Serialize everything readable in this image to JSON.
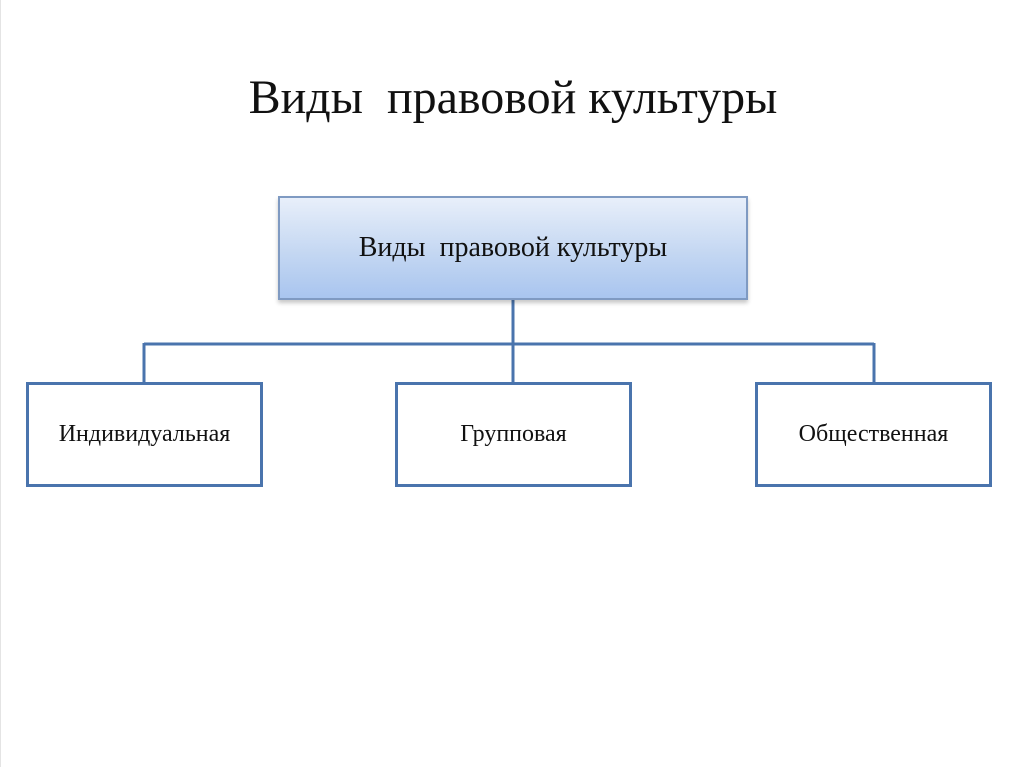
{
  "slide": {
    "title": "Виды  правовой культуры"
  },
  "diagram": {
    "root": {
      "label": "Виды  правовой культуры"
    },
    "children": [
      {
        "label": "Индивидуальная"
      },
      {
        "label": "Групповая"
      },
      {
        "label": "Общественная"
      }
    ],
    "colors": {
      "box_border": "#4a74ad",
      "root_fill": "#c4d7f2",
      "connector": "#4a74ad"
    }
  }
}
